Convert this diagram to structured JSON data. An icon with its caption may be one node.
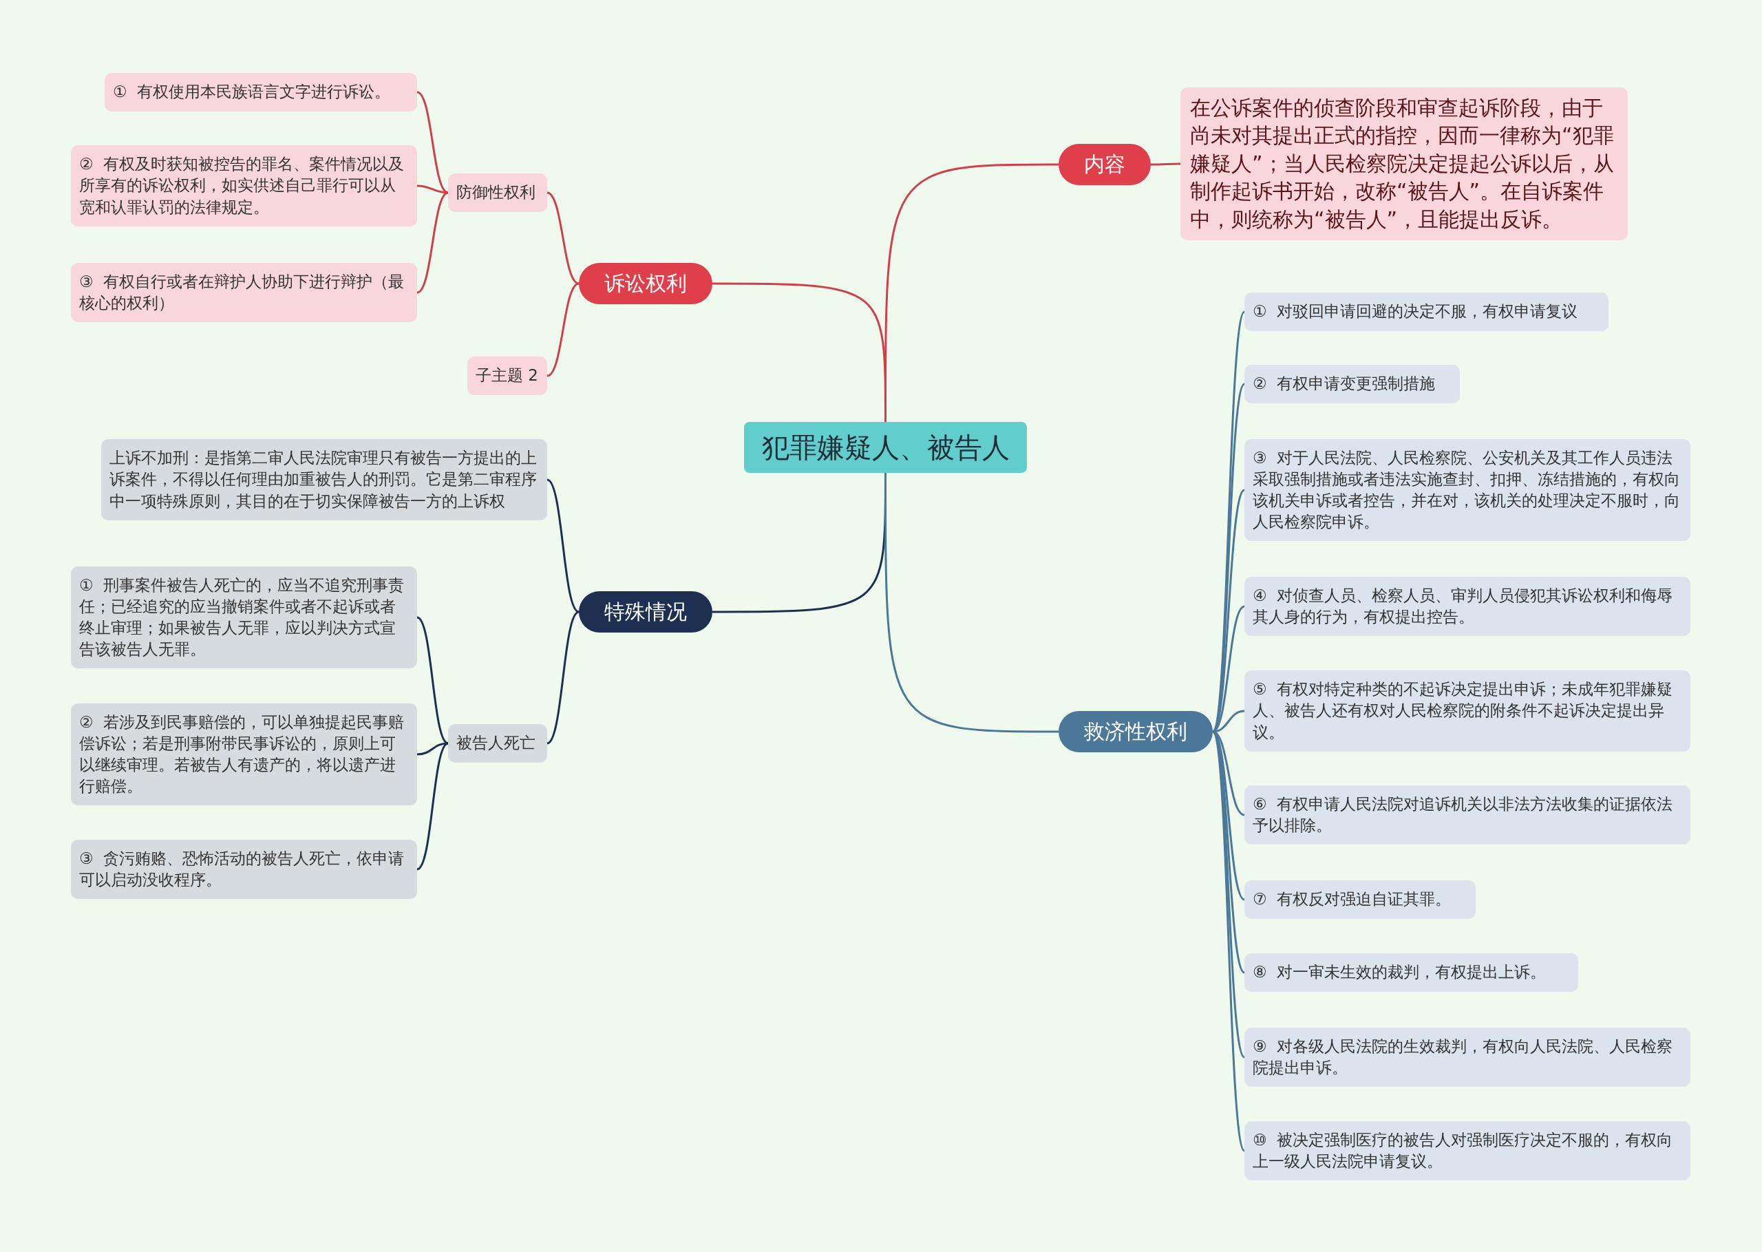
{
  "diagram": {
    "nodes": [
      {
        "text": [
          "犯罪嫌疑人、被告人"
        ]
      },
      {
        "text": [
          "内容"
        ]
      },
      {
        "text": [
          "在公诉案件的侦查阶段和审查起诉阶段，由于尚未对其提出正式的指控，因而一律称为“犯罪嫌疑人”；当人民检察院决定提起公诉以后，从制作起诉书开始，改称“被告人”。在自诉案件中，则统称为“被告人”，且能提出反诉。"
        ]
      },
      {
        "text": [
          "诉讼权利"
        ]
      },
      {
        "text": [
          "防御性权利"
        ]
      },
      {
        "text": [
          "①  有权使用本民族语言文字进行诉讼。"
        ]
      },
      {
        "text": [
          "②  有权及时获知被控告的罪名、案件情况以及所享有的诉讼权利，如实供述自己罪行可以从宽和认罪认罚的法律规定。"
        ]
      },
      {
        "text": [
          "③  有权自行或者在辩护人协助下进行辩护（最核心的权利）"
        ]
      },
      {
        "text": [
          "子主题 2"
        ]
      },
      {
        "text": [
          "特殊情况"
        ]
      },
      {
        "text": [
          "上诉不加刑：是指第二审人民法院审理只有被告一方提出的上诉案件，不得以任何理由加重被告人的刑罚。它是第二审程序中一项特殊原则，其目的在于切实保障被告一方的上诉权"
        ]
      },
      {
        "text": [
          "被告人死亡"
        ]
      },
      {
        "text": [
          "①  刑事案件被告人死亡的，应当不追究刑事责任；已经追究的应当撤销案件或者不起诉或者终止审理；如果被告人无罪，应以判决方式宣告该被告人无罪。"
        ]
      },
      {
        "text": [
          "②  若涉及到民事赔偿的，可以单独提起民事赔偿诉讼；若是刑事附带民事诉讼的，原则上可以继续审理。若被告人有遗产的，将以遗产进行赔偿。"
        ]
      },
      {
        "text": [
          "③  贪污贿赂、恐怖活动的被告人死亡，依申请可以启动没收程序。"
        ]
      },
      {
        "text": [
          "救济性权利"
        ]
      },
      {
        "text": [
          "①  对驳回申请回避的决定不服，有权申请复议"
        ]
      },
      {
        "text": [
          "②  有权申请变更强制措施"
        ]
      },
      {
        "text": [
          "③  对于人民法院、人民检察院、公安机关及其工作人员违法采取强制措施或者违法实施查封、扣押、冻结措施的，有权向该机关申诉或者控告，并在对，该机关的处理决定不服时，向人民检察院申诉。"
        ]
      },
      {
        "text": [
          "④  对侦查人员、检察人员、审判人员侵犯其诉讼权利和侮辱其人身的行为，有权提出控告。"
        ]
      },
      {
        "text": [
          "⑤  有权对特定种类的不起诉决定提出申诉；未成年犯罪嫌疑人、被告人还有权对人民检察院的附条件不起诉决定提出异议。"
        ]
      },
      {
        "text": [
          "⑥  有权申请人民法院对追诉机关以非法方法收集的证据依法予以排除。"
        ]
      },
      {
        "text": [
          "⑦  有权反对强迫自证其罪。"
        ]
      },
      {
        "text": [
          "⑧  对一审未生效的裁判，有权提出上诉。"
        ]
      },
      {
        "text": [
          "⑨  对各级人民法院的生效裁判，有权向人民法院、人民检察院提出申诉。"
        ]
      },
      {
        "text": [
          "⑩  被决定强制医疗的被告人对强制医疗决定不服的，有权向上一级人民法院申请复议。"
        ]
      }
    ],
    "edges": [
      {
        "from": 0,
        "to": 1,
        "arrow": "none",
        "color": "#d23f4a"
      },
      {
        "from": 1,
        "to": 2,
        "arrow": "none",
        "color": "#d23f4a"
      },
      {
        "from": 0,
        "to": 3,
        "arrow": "none",
        "color": "#d23f4a"
      },
      {
        "from": 3,
        "to": 4,
        "arrow": "none",
        "color": "#d23f4a"
      },
      {
        "from": 4,
        "to": 5,
        "arrow": "none",
        "color": "#d23f4a"
      },
      {
        "from": 4,
        "to": 6,
        "arrow": "none",
        "color": "#d23f4a"
      },
      {
        "from": 4,
        "to": 7,
        "arrow": "none",
        "color": "#d23f4a"
      },
      {
        "from": 3,
        "to": 8,
        "arrow": "none",
        "color": "#d23f4a"
      },
      {
        "from": 0,
        "to": 9,
        "arrow": "none",
        "color": "#1d3052"
      },
      {
        "from": 9,
        "to": 10,
        "arrow": "none",
        "color": "#1d3052"
      },
      {
        "from": 9,
        "to": 11,
        "arrow": "none",
        "color": "#1d3052"
      },
      {
        "from": 11,
        "to": 12,
        "arrow": "none",
        "color": "#1d3052"
      },
      {
        "from": 11,
        "to": 13,
        "arrow": "none",
        "color": "#1d3052"
      },
      {
        "from": 11,
        "to": 14,
        "arrow": "none",
        "color": "#1d3052"
      },
      {
        "from": 0,
        "to": 15,
        "arrow": "none"
      },
      {
        "from": 15,
        "to": 16,
        "arrow": "none"
      },
      {
        "from": 15,
        "to": 17,
        "arrow": "none"
      },
      {
        "from": 15,
        "to": 18,
        "arrow": "none"
      },
      {
        "from": 15,
        "to": 19,
        "arrow": "none"
      },
      {
        "from": 15,
        "to": 20,
        "arrow": "none"
      },
      {
        "from": 15,
        "to": 21,
        "arrow": "none"
      },
      {
        "from": 15,
        "to": 22,
        "arrow": "none"
      },
      {
        "from": 15,
        "to": 23,
        "arrow": "none"
      },
      {
        "from": 15,
        "to": 24,
        "arrow": "none"
      },
      {
        "from": 15,
        "to": 25,
        "arrow": "none"
      }
    ]
  }
}
